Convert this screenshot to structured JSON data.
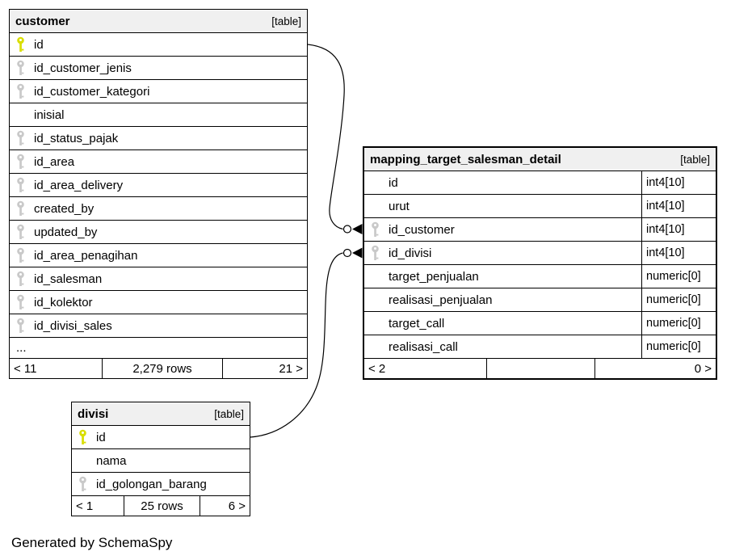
{
  "diagram": {
    "generated_note": "Generated by SchemaSpy"
  },
  "colors": {
    "primary_key_icon": "#d9de00",
    "foreign_key_icon": "#c9c9c9",
    "header_background": "#f0f0f0",
    "border": "#000000"
  },
  "tables": [
    {
      "key": "customer",
      "title": "customer",
      "badge": "[table]",
      "columns": [
        {
          "name": "id",
          "icon": "primary-key"
        },
        {
          "name": "id_customer_jenis",
          "icon": "foreign-key"
        },
        {
          "name": "id_customer_kategori",
          "icon": "foreign-key"
        },
        {
          "name": "inisial",
          "icon": "none"
        },
        {
          "name": "id_status_pajak",
          "icon": "foreign-key"
        },
        {
          "name": "id_area",
          "icon": "foreign-key"
        },
        {
          "name": "id_area_delivery",
          "icon": "foreign-key"
        },
        {
          "name": "created_by",
          "icon": "foreign-key"
        },
        {
          "name": "updated_by",
          "icon": "foreign-key"
        },
        {
          "name": "id_area_penagihan",
          "icon": "foreign-key"
        },
        {
          "name": "id_salesman",
          "icon": "foreign-key"
        },
        {
          "name": "id_kolektor",
          "icon": "foreign-key"
        },
        {
          "name": "id_divisi_sales",
          "icon": "foreign-key"
        },
        {
          "name": "...",
          "icon": "none",
          "ellipsis": true
        }
      ],
      "footer": {
        "prev": "< 11",
        "rows": "2,279 rows",
        "next": "21 >"
      }
    },
    {
      "key": "mapping_target_salesman_detail",
      "title": "mapping_target_salesman_detail",
      "badge": "[table]",
      "columns": [
        {
          "name": "id",
          "icon": "none",
          "type": "int4[10]"
        },
        {
          "name": "urut",
          "icon": "none",
          "type": "int4[10]"
        },
        {
          "name": "id_customer",
          "icon": "foreign-key",
          "type": "int4[10]"
        },
        {
          "name": "id_divisi",
          "icon": "foreign-key",
          "type": "int4[10]"
        },
        {
          "name": "target_penjualan",
          "icon": "none",
          "type": "numeric[0]"
        },
        {
          "name": "realisasi_penjualan",
          "icon": "none",
          "type": "numeric[0]"
        },
        {
          "name": "target_call",
          "icon": "none",
          "type": "numeric[0]"
        },
        {
          "name": "realisasi_call",
          "icon": "none",
          "type": "numeric[0]"
        }
      ],
      "footer": {
        "prev": "< 2",
        "rows": "",
        "next": "0 >"
      }
    },
    {
      "key": "divisi",
      "title": "divisi",
      "badge": "[table]",
      "columns": [
        {
          "name": "id",
          "icon": "primary-key"
        },
        {
          "name": "nama",
          "icon": "none"
        },
        {
          "name": "id_golongan_barang",
          "icon": "foreign-key"
        }
      ],
      "footer": {
        "prev": "< 1",
        "rows": "25 rows",
        "next": "6 >"
      }
    }
  ],
  "relationships": [
    {
      "from": "customer.id",
      "to": "mapping_target_salesman_detail.id_customer"
    },
    {
      "from": "divisi.id",
      "to": "mapping_target_salesman_detail.id_divisi"
    }
  ]
}
